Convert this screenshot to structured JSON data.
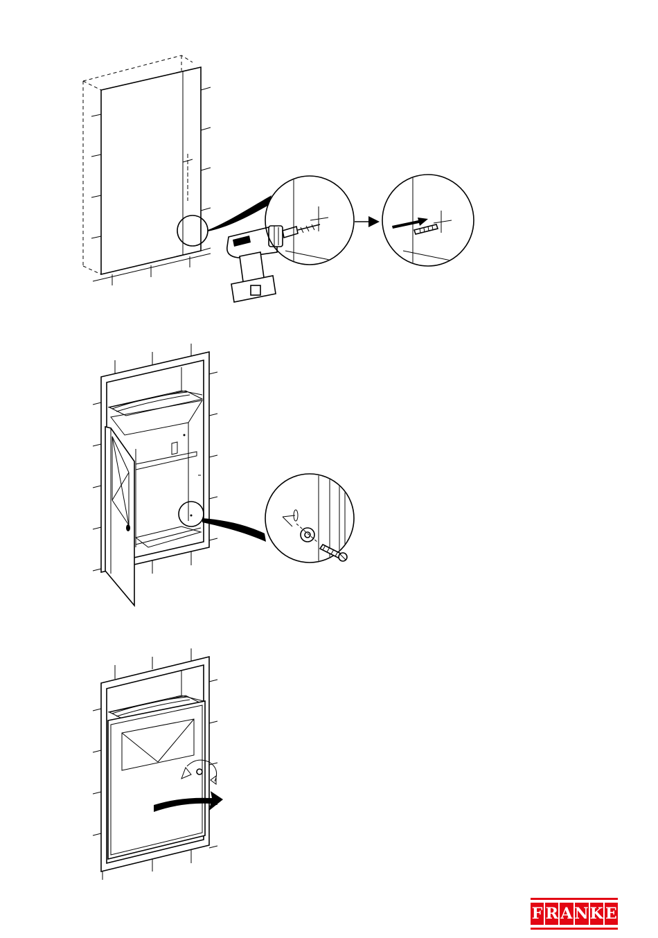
{
  "brand": {
    "logo_text": "FRANKE",
    "color": "#e30613"
  },
  "figures": {
    "step_1": "cut-out",
    "step_2": "fixing",
    "step_3": "closing"
  }
}
